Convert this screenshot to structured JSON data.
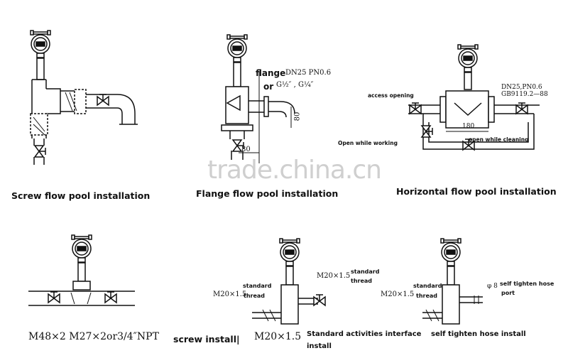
{
  "watermark": "trade.china.cn",
  "captions": {
    "screw": "Screw flow pool installation",
    "flange": "Flange flow pool installation",
    "horizontal": "Horizontal flow pool installation",
    "screw_install_thread": "M48×2  M27×2or3/4″NPT",
    "screw_install_text": "screw install|",
    "standard_thread": "M20×1.5",
    "standard_line1": "Standard activities interface",
    "standard_line2": "install",
    "self_tighten": "self tighten hose install"
  },
  "labels": {
    "flange_word": "flange",
    "flange_spec": "DN25   PN0.6",
    "flange_or": "or",
    "flange_g": "G½″ ,  G¼″",
    "dim_80_h": "80",
    "dim_80_v": "80",
    "access_opening": "access opening",
    "dn25_pn06": "DN25,PN0.6",
    "gb_std": "GB9119.2—88",
    "open_while_working": "Open while working",
    "dim_180": "180",
    "open_while_cleaning": "open while cleaning",
    "m20_top": "M20×1.5",
    "standard_thread_r1": "standard",
    "standard_thread_r2": "thread",
    "standard_thread_l1": "standard",
    "m20_left": "M20×1.5",
    "thread_left": "thread",
    "st_standard": "standard",
    "st_m20": "M20×1.5",
    "st_thread": "thread",
    "phi8": "φ 8",
    "st_hose_l1": "self tighten hose",
    "st_hose_l2": "port"
  }
}
